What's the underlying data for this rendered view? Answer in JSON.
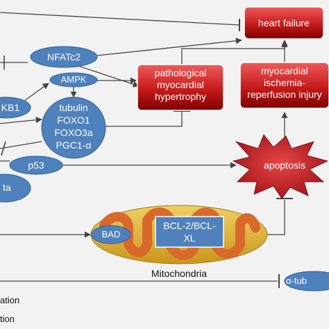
{
  "nodes": {
    "heart_failure": "heart failure",
    "pathological_hypertrophy": [
      "pathological",
      "myocardial",
      "hypertrophy"
    ],
    "ischemia_reperfusion": [
      "myocardial",
      "ischemia-",
      "reperfusion injury"
    ],
    "nfatc2": "NFATc2",
    "ampk": "AMPK",
    "kb1": "KB1",
    "targets": [
      "tubulin",
      "FOXO1",
      "FOXO3a",
      "PGC1-α"
    ],
    "p53": "p53",
    "ta": "ta",
    "apoptosis": "apoptosis",
    "bad": "BAD",
    "bcl2": [
      "BCL-2/BCL-",
      "XL"
    ],
    "mitochondria": "Mitochondria",
    "alpha_tub": "α-tub"
  },
  "legend": [
    "ation",
    "tion"
  ],
  "colors": {
    "ellipse_blue": "#4f81bd",
    "ellipse_border": "#2c5f9e",
    "box_red_top": "#e04040",
    "box_red_bottom": "#8b0000",
    "mito_gold": "#e3b832",
    "mito_orange": "#d9692b",
    "star_red": "#c0262c",
    "line": "#444444"
  }
}
